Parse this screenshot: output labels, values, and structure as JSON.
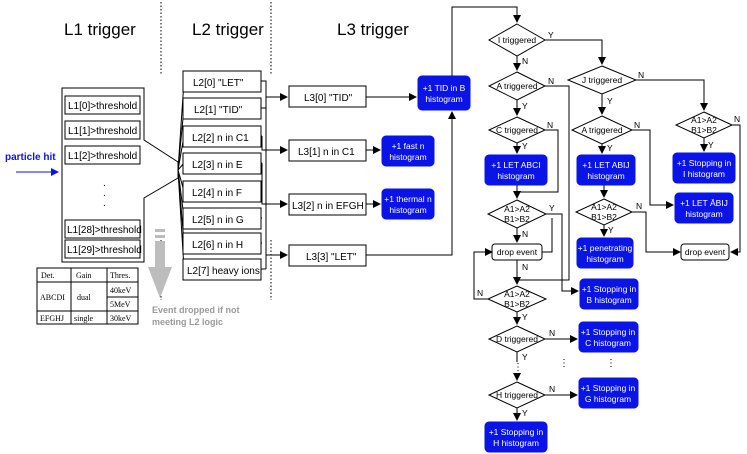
{
  "headers": {
    "l1": "L1 trigger",
    "l2": "L2 trigger",
    "l3": "L3 trigger"
  },
  "particle_hit": "particle hit",
  "l1_items": [
    "L1[0]>threshold",
    "L1[1]>threshold",
    "L1[2]>threshold",
    "L1[28]>threshold",
    "L1[29]>threshold"
  ],
  "l1_dots": ".",
  "l2_items": [
    "L2[0] \"LET\"",
    "L2[1] \"TID\"",
    "L2[2] n in C1",
    "L2[3] n in E",
    "L2[4] n in F",
    "L2[5] n in G",
    "L2[6] n in H",
    "L2[7] heavy ions"
  ],
  "l3_items": [
    "L3[0] \"TID\"",
    "L3[1] n in C1",
    "L3[2] n in EFGH",
    "L3[3] \"LET\""
  ],
  "l3_out": {
    "tid": [
      "+1 TID in B",
      "histogram"
    ],
    "fast": [
      "+1 fast n",
      "histogram"
    ],
    "thermal": [
      "+1 thermal n",
      "histogram"
    ]
  },
  "dropped": [
    "Event dropped if not",
    "meeting L2 logic"
  ],
  "table": {
    "headers": [
      "Det.",
      "Gain",
      "Thres."
    ],
    "abcdi": "ABCDI",
    "dual": "dual",
    "t40": "40keV",
    "t5": "5MeV",
    "efghj": "EFGHJ",
    "single": "single",
    "t30": "30keV"
  },
  "flow": {
    "i_trig": "I triggered",
    "a_trig1": "A triggered",
    "c_trig": "C triggered",
    "let_abci": [
      "+1 LET ABCI",
      "histogram"
    ],
    "a1a2_1": [
      "A1>A2",
      "B1>B2"
    ],
    "drop1": "drop event",
    "a1a2_2": [
      "A1>A2",
      "B1>B2"
    ],
    "stop_b": [
      "+1 Stopping in",
      "B histogram"
    ],
    "d_trig": "D triggered",
    "stop_c": [
      "+1 Stopping in",
      "C histogram"
    ],
    "h_trig": "H triggered",
    "stop_g": [
      "+1 Stopping in",
      "G histogram"
    ],
    "stop_h": [
      "+1 Stopping in",
      "H histogram"
    ],
    "j_trig": "J triggered",
    "a_trig2": "A triggered",
    "let_abij": [
      "+1 LET ABIJ",
      "histogram"
    ],
    "a1a2_3": [
      "A1>A2",
      "B1>B2"
    ],
    "penetrating": [
      "+1 penetrating",
      "histogram"
    ],
    "a1a2_4": [
      "A1>A2",
      "B1>B2"
    ],
    "stop_i": [
      "+1 Stopping in",
      "I histogram"
    ],
    "let_abij_bar": [
      "+1 LET ĀBIJ",
      "histogram"
    ],
    "drop2": "drop event",
    "y": "Y",
    "n": "N",
    "vdots": "⋮",
    "dots3": ":"
  }
}
